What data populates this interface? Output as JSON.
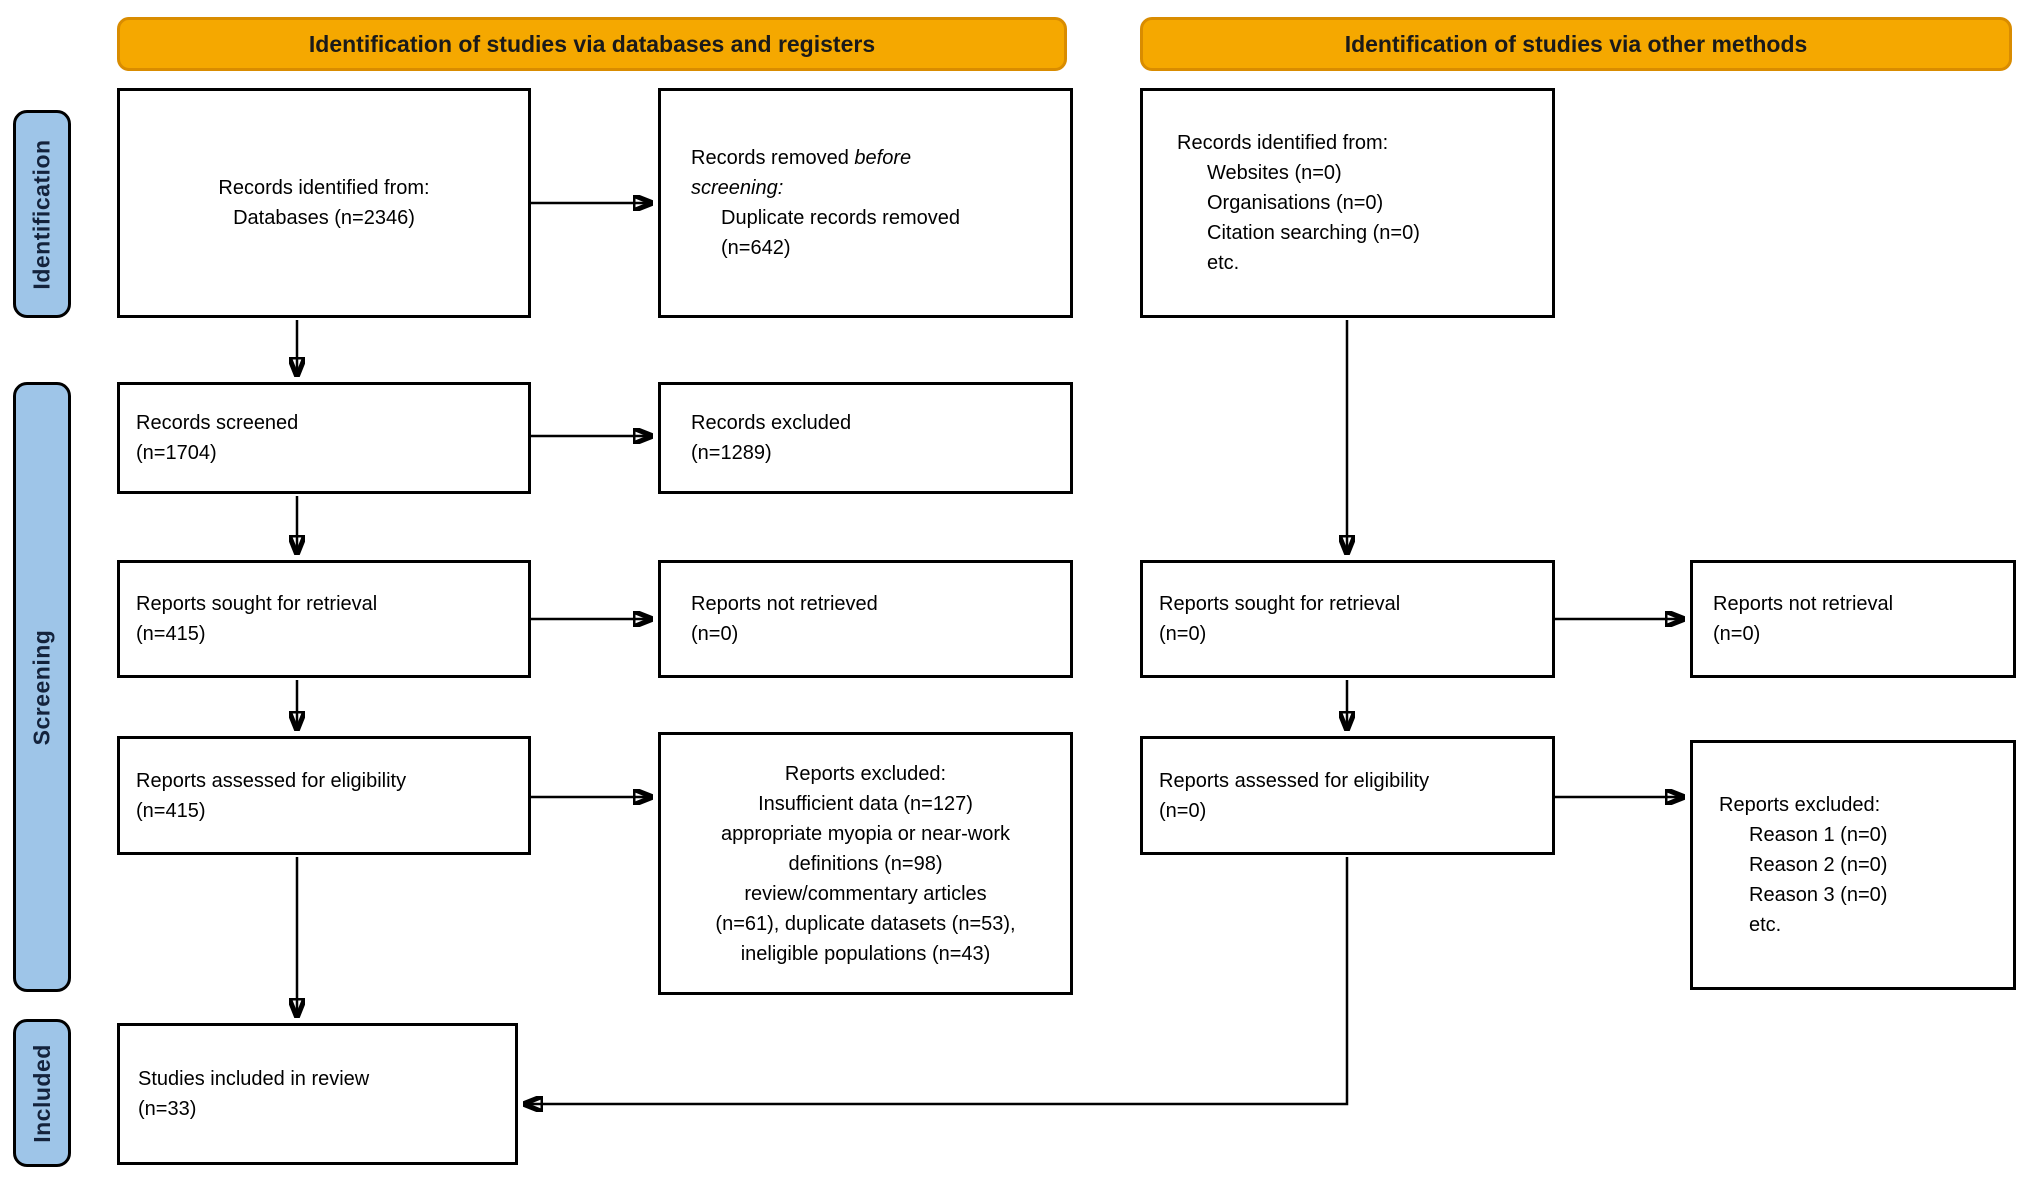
{
  "banners": {
    "left": "Identification of studies via databases and registers",
    "right": "Identification of studies via other methods"
  },
  "stages": {
    "identification": "Identification",
    "screening": "Screening",
    "included": "Included"
  },
  "boxes": {
    "db_identified": {
      "l1": "Records identified from:",
      "l2": "Databases (n=2346)"
    },
    "records_removed": {
      "l1_normal": "Records removed ",
      "l1_italic": "before",
      "l2_italic": "screening:",
      "l3": "Duplicate records removed",
      "l4": "(n=642)"
    },
    "other_identified": {
      "l1": "Records identified from:",
      "l2": "Websites (n=0)",
      "l3": "Organisations (n=0)",
      "l4": "Citation searching (n=0)",
      "l5": "etc."
    },
    "records_screened": {
      "l1": "Records screened",
      "l2": "(n=1704)"
    },
    "records_excluded": {
      "l1": "Records excluded",
      "l2": "(n=1289)"
    },
    "reports_sought_db": {
      "l1": "Reports sought for retrieval",
      "l2": "(n=415)"
    },
    "reports_not_retrieved_db": {
      "l1": "Reports not retrieved",
      "l2": "(n=0)"
    },
    "reports_sought_other": {
      "l1": "Reports sought for retrieval",
      "l2": "(n=0)"
    },
    "reports_not_retrieved_other": {
      "l1": "Reports not retrieval",
      "l2": "(n=0)"
    },
    "reports_assessed_db": {
      "l1": "Reports assessed for eligibility",
      "l2": "(n=415)"
    },
    "reports_excluded_db": {
      "l1": "Reports excluded:",
      "l2": "Insufficient data (n=127)",
      "l3": "appropriate myopia or near-work",
      "l4": "definitions (n=98)",
      "l5": "review/commentary articles",
      "l6": "(n=61), duplicate datasets (n=53),",
      "l7": "ineligible populations (n=43)"
    },
    "reports_assessed_other": {
      "l1": "Reports assessed for eligibility",
      "l2": "(n=0)"
    },
    "reports_excluded_other": {
      "l1": "Reports excluded:",
      "l2": "Reason 1 (n=0)",
      "l3": "Reason 2 (n=0)",
      "l4": "Reason 3 (n=0)",
      "l5": "etc."
    },
    "studies_included": {
      "l1": "Studies included in review",
      "l2": "(n=33)"
    }
  },
  "colors": {
    "banner_fill": "#F5A800",
    "banner_border": "#D98C00",
    "banner_text": "#1A1A1A",
    "stage_fill": "#9EC5E8",
    "stage_border": "#000000",
    "stage_text": "#14233C",
    "box_border": "#000000",
    "box_text": "#000000",
    "arrow": "#000000",
    "background": "#FFFFFF"
  }
}
